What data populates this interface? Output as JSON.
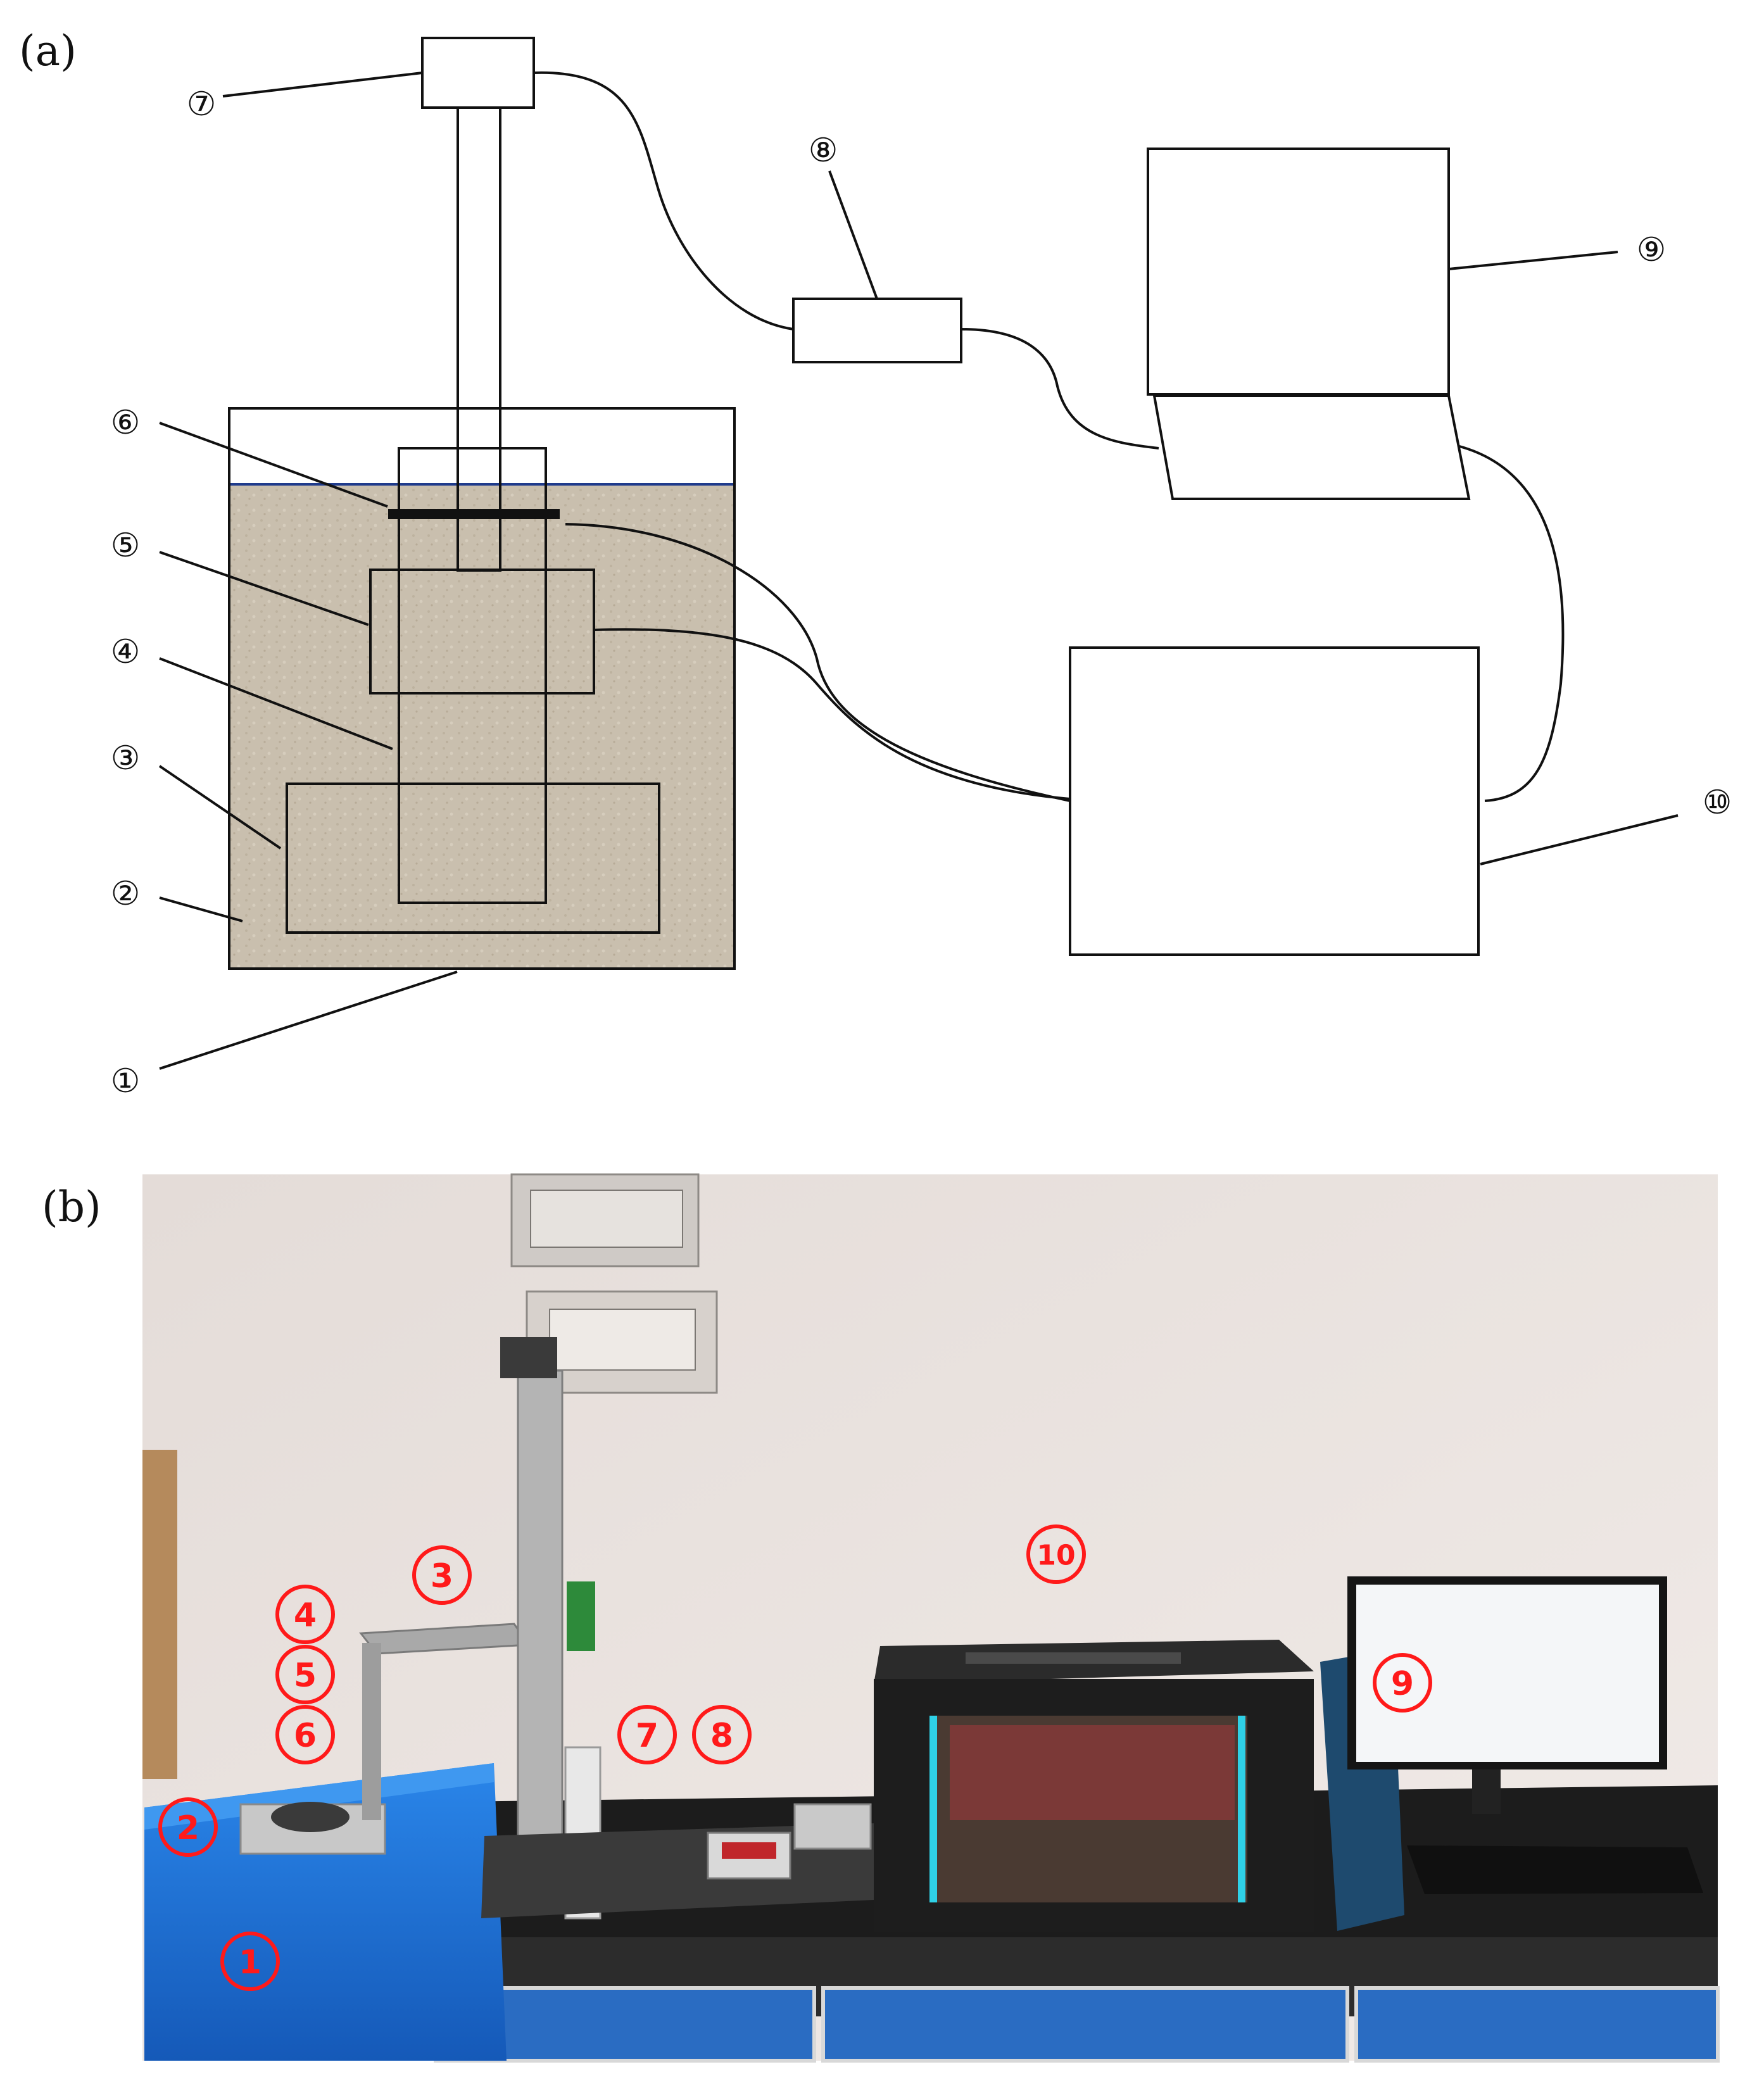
{
  "panel_a": {
    "label": "(a)",
    "callouts": [
      {
        "id": "1",
        "text": "①"
      },
      {
        "id": "2",
        "text": "②"
      },
      {
        "id": "3",
        "text": "③"
      },
      {
        "id": "4",
        "text": "④"
      },
      {
        "id": "5",
        "text": "⑤"
      },
      {
        "id": "6",
        "text": "⑥"
      },
      {
        "id": "7",
        "text": "⑦"
      },
      {
        "id": "8",
        "text": "⑧"
      },
      {
        "id": "9",
        "text": "⑨"
      },
      {
        "id": "10",
        "text": "⑩"
      }
    ],
    "colors": {
      "line": "#111111",
      "soil": "#c9bfae",
      "water_line": "#1f3b8c"
    }
  },
  "panel_b": {
    "label": "(b)",
    "callouts": [
      {
        "id": "1",
        "text": "1"
      },
      {
        "id": "2",
        "text": "2"
      },
      {
        "id": "3",
        "text": "3"
      },
      {
        "id": "4",
        "text": "4"
      },
      {
        "id": "5",
        "text": "5"
      },
      {
        "id": "6",
        "text": "6"
      },
      {
        "id": "7",
        "text": "7"
      },
      {
        "id": "8",
        "text": "8"
      },
      {
        "id": "9",
        "text": "9"
      },
      {
        "id": "10",
        "text": "10"
      }
    ],
    "colors": {
      "callout": "#ff1a1a",
      "wall": "#ece4e0",
      "bench": "#1c1c1c",
      "box": "#1e73d6"
    }
  }
}
